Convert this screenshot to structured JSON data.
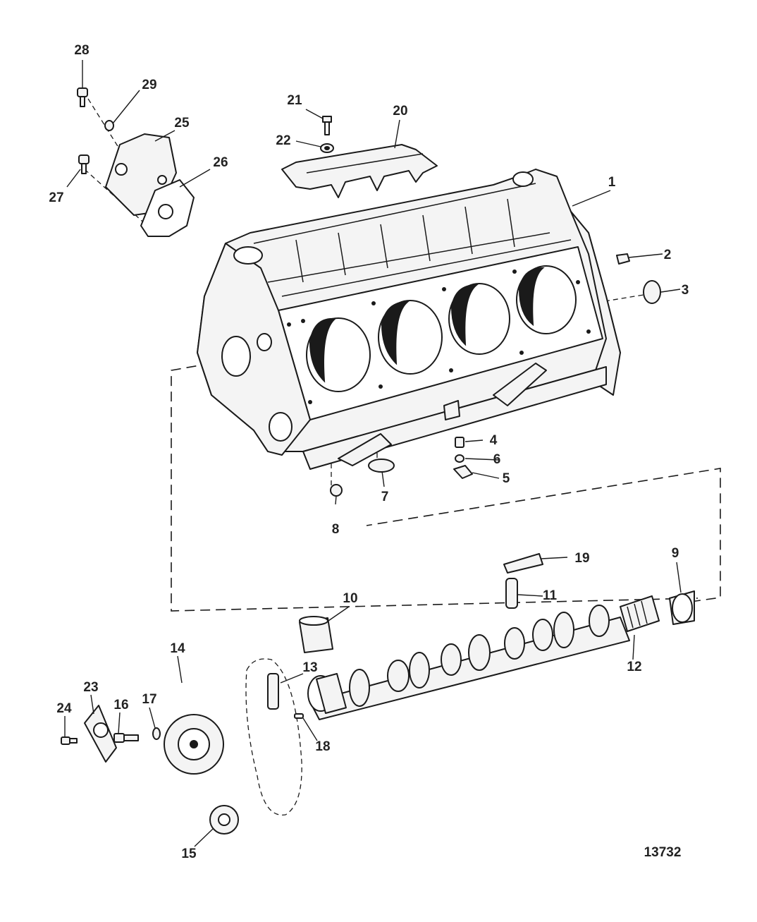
{
  "figure_number": "13732",
  "callouts": {
    "c1": "1",
    "c2": "2",
    "c3": "3",
    "c4": "4",
    "c5": "5",
    "c6": "6",
    "c7": "7",
    "c8": "8",
    "c9": "9",
    "c10": "10",
    "c11": "11",
    "c12": "12",
    "c13": "13",
    "c14": "14",
    "c15": "15",
    "c16": "16",
    "c17": "17",
    "c18": "18",
    "c19": "19",
    "c20": "20",
    "c21": "21",
    "c22": "22",
    "c23": "23",
    "c24": "24",
    "c25": "25",
    "c26": "26",
    "c27": "27",
    "c28": "28",
    "c29": "29"
  }
}
